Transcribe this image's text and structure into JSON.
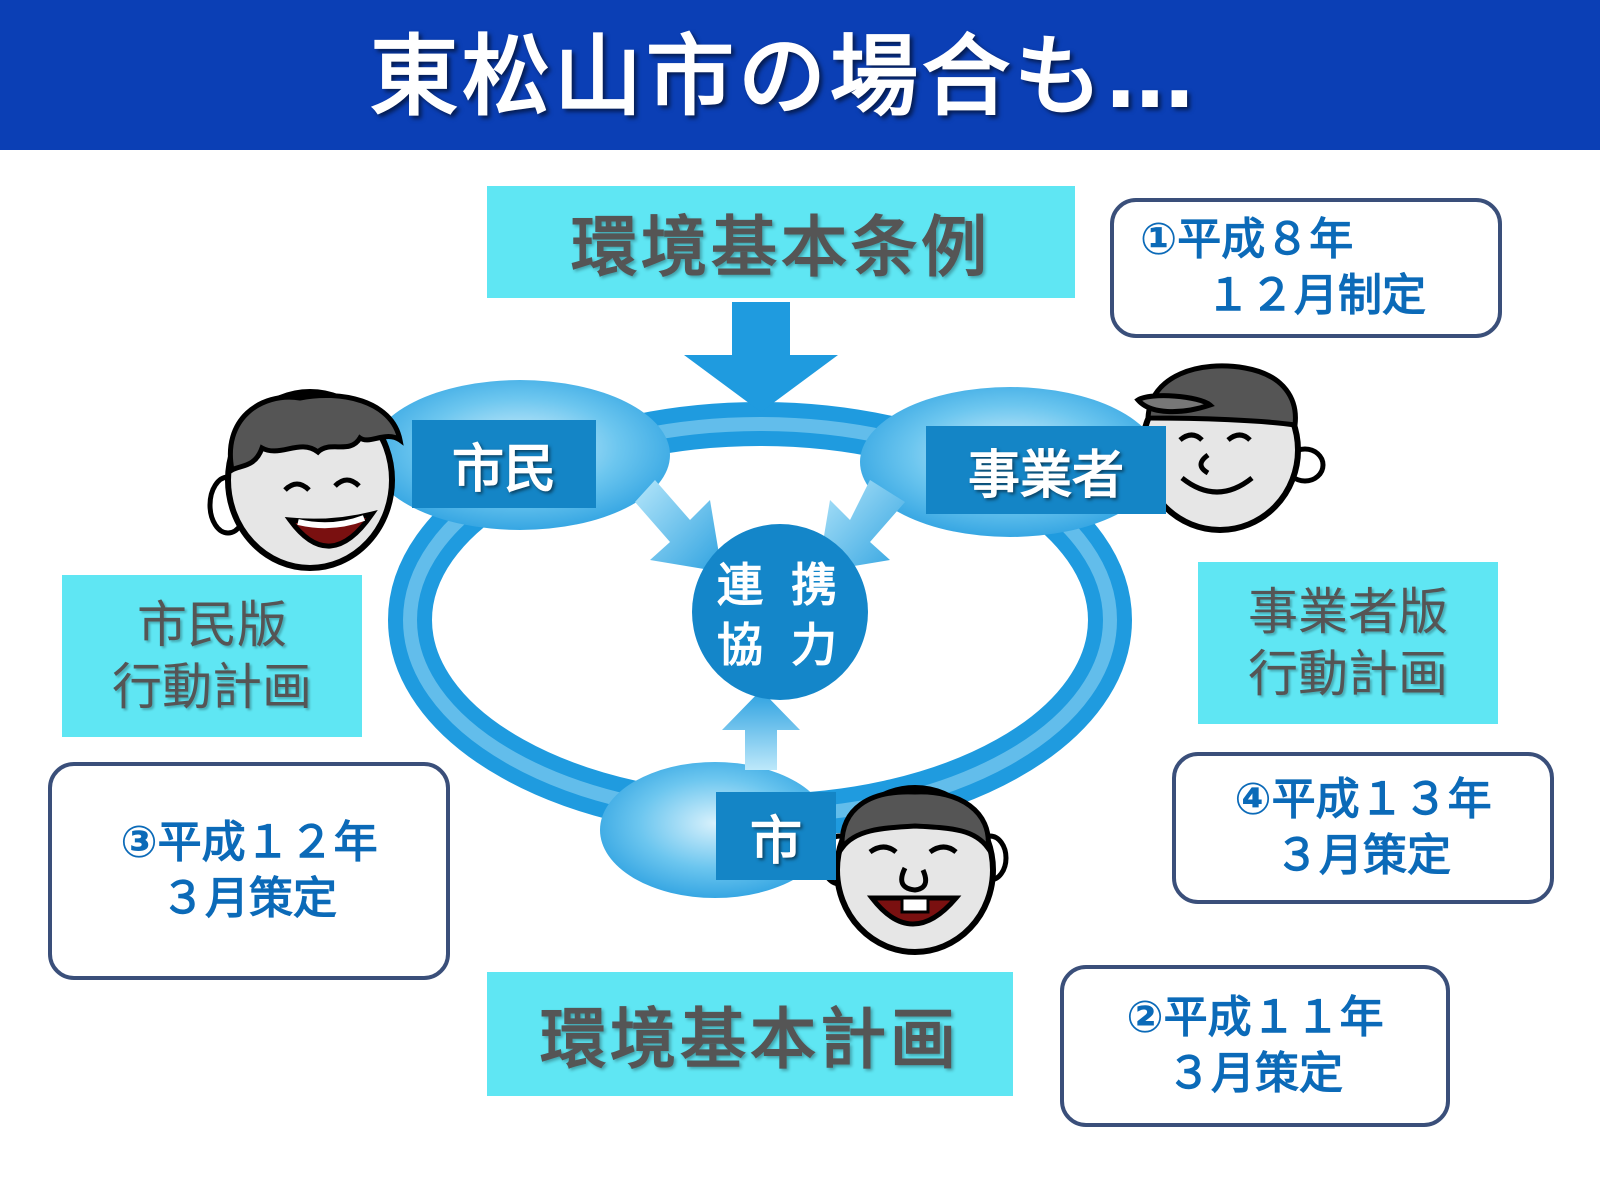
{
  "title": "東松山市の場合も…",
  "ordinance": "環境基本条例",
  "basic_plan": "環境基本計画",
  "actors": {
    "citizen": "市民",
    "business": "事業者",
    "city": "市"
  },
  "center": {
    "line1": "連 携",
    "line2": "協 力"
  },
  "citizen_plan": {
    "line1": "市民版",
    "line2": "行動計画"
  },
  "business_plan": {
    "line1": "事業者版",
    "line2": "行動計画"
  },
  "dates": {
    "ordinance": {
      "line1": "①平成８年",
      "line2": "１２月制定"
    },
    "basic_plan": {
      "line1": "②平成１１年",
      "line2": "３月策定"
    },
    "citizen_plan": {
      "line1": "③平成１２年",
      "line2": "３月策定"
    },
    "business_plan": {
      "line1": "④平成１３年",
      "line2": "３月策定"
    }
  },
  "colors": {
    "title_bar": "#0b3fb5",
    "cyan_box": "#5fe6f3",
    "ring": "#1f9bdf",
    "label_blue": "#1485c6",
    "date_text": "#0b6ab8"
  },
  "icons": [
    "citizen-face-icon",
    "business-face-icon",
    "city-face-icon"
  ]
}
